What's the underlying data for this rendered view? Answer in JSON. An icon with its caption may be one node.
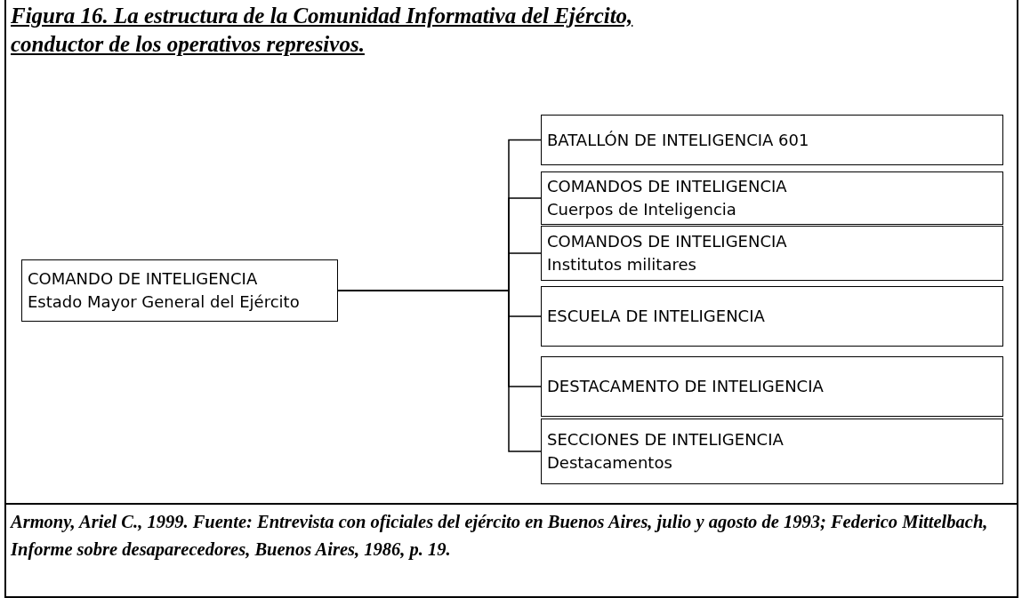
{
  "diagram": {
    "title": "Figura 16. La estructura de la Comunidad Informativa del Ejército, conductor de los operativos represivos.",
    "caption": "Armony, Ariel C., 1999. Fuente: Entrevista con oficiales del ejército en Buenos Aires, julio y agosto de 1993; Federico Mittelbach, Informe sobre desaparecedores, Buenos Aires, 1986, p. 19.",
    "nodes": [
      {
        "text": [
          "COMANDO DE INTELIGENCIA",
          "Estado Mayor General del Ejército"
        ]
      },
      {
        "text": [
          "BATALLÓN DE INTELIGENCIA 601"
        ]
      },
      {
        "text": [
          "COMANDOS DE INTELIGENCIA",
          "Cuerpos de Inteligencia"
        ]
      },
      {
        "text": [
          "COMANDOS DE INTELIGENCIA",
          "Institutos militares"
        ]
      },
      {
        "text": [
          "ESCUELA DE INTELIGENCIA"
        ]
      },
      {
        "text": [
          "DESTACAMENTO DE INTELIGENCIA"
        ]
      },
      {
        "text": [
          "SECCIONES DE INTELIGENCIA",
          "Destacamentos"
        ]
      }
    ],
    "edges": [
      {
        "from": 0,
        "to": 1,
        "arrow": "none"
      },
      {
        "from": 0,
        "to": 2,
        "arrow": "none"
      },
      {
        "from": 0,
        "to": 3,
        "arrow": "none"
      },
      {
        "from": 0,
        "to": 4,
        "arrow": "none"
      },
      {
        "from": 0,
        "to": 5,
        "arrow": "none"
      },
      {
        "from": 0,
        "to": 6,
        "arrow": "none"
      }
    ]
  }
}
